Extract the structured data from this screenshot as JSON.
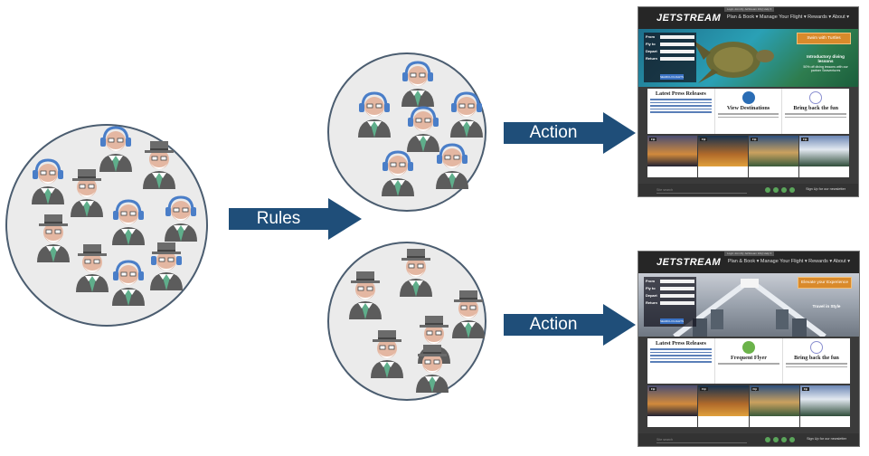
{
  "arrows": {
    "rules": "Rules",
    "action_top": "Action",
    "action_bottom": "Action"
  },
  "site": {
    "logo": "JETSTREAM",
    "nav": "Plan & Book ▾   Manage Your Flight ▾   Rewards ▾   About ▾",
    "topbar": "Login   Join My JetStream   FAQ   Help ▾",
    "booking_labels": [
      "From",
      "Fly to",
      "Depart",
      "Return"
    ],
    "search_button": "SEARCH FLIGHTS",
    "press_title": "Latest Press Releases",
    "bring_back": "Bring back the fun",
    "tile_label": "Fiji",
    "footer_search": "Site search",
    "newsletter": "Sign Up for our newsletter"
  },
  "shot_top": {
    "promo": "Swim with Turtles",
    "hero_title": "Introductory diving lessons",
    "hero_sub": "50% off diving lessons with our partner Seaventures",
    "middle_panel": "View Destinations"
  },
  "shot_bottom": {
    "promo": "Elevate your Experience",
    "hero_title": "Travel in Style",
    "middle_panel": "Frequent Flyer"
  },
  "colors": {
    "arrow": "#1f4e79",
    "circle_fill": "#ebebeb",
    "headphones": "#4a7ec8",
    "shirt": "#5fae8b"
  }
}
